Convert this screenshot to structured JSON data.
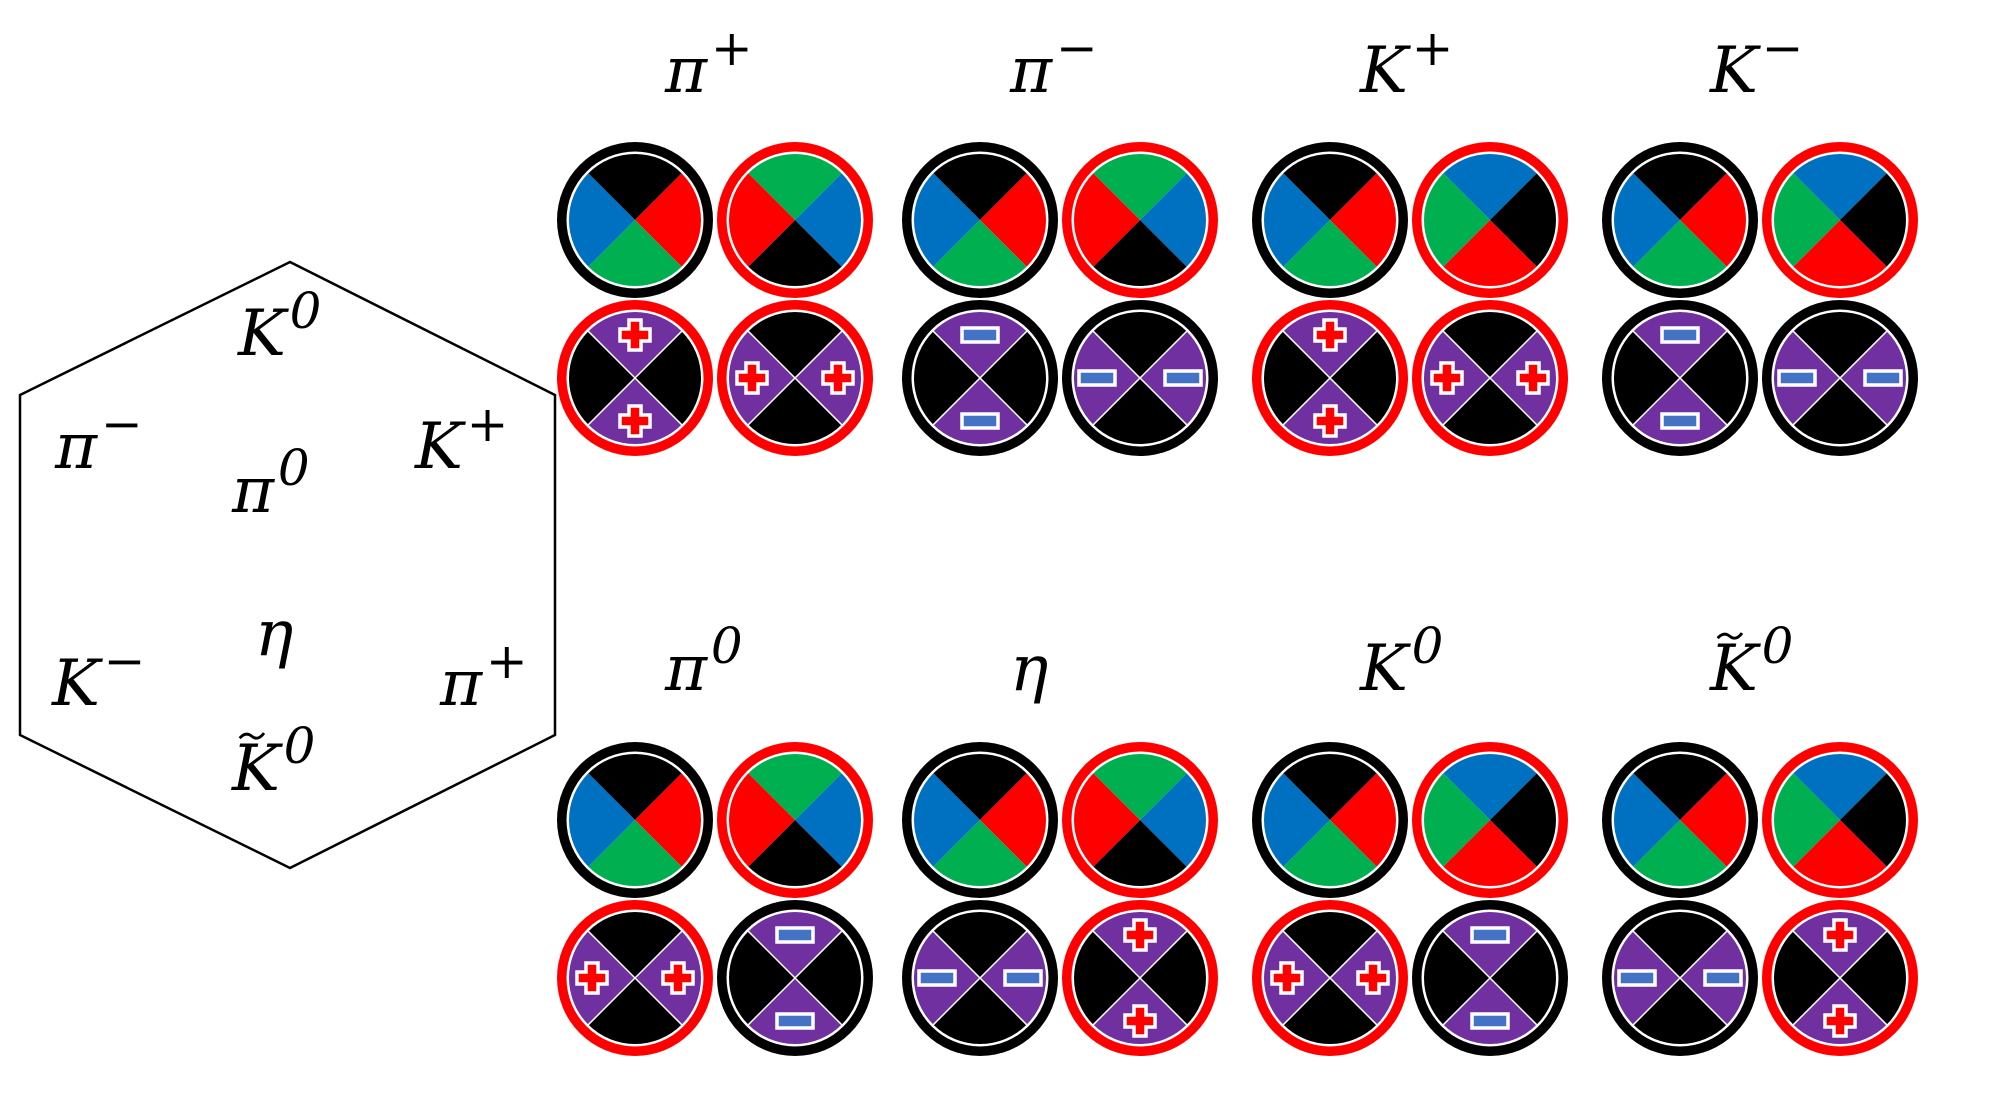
{
  "colors": {
    "blue": "#0070C0",
    "red": "#FF0000",
    "green": "#00B050",
    "black": "#000000",
    "purple": "#7030A0",
    "white": "#FFFFFF",
    "plus": "#FF0000",
    "minus": "#4472C4"
  },
  "hexagon": {
    "labels": [
      {
        "id": "K0",
        "base": "K",
        "sup": "0",
        "tilde": false
      },
      {
        "id": "pi-minus",
        "base": "π",
        "sup": "−",
        "tilde": false
      },
      {
        "id": "K-plus",
        "base": "K",
        "sup": "+",
        "tilde": false
      },
      {
        "id": "pi0",
        "base": "π",
        "sup": "0",
        "tilde": false
      },
      {
        "id": "eta",
        "base": "η",
        "sup": "",
        "tilde": false
      },
      {
        "id": "K-minus",
        "base": "K",
        "sup": "−",
        "tilde": false
      },
      {
        "id": "pi-plus",
        "base": "π",
        "sup": "+",
        "tilde": false
      },
      {
        "id": "Kbar0",
        "base": "K",
        "sup": "0",
        "tilde": true
      }
    ]
  },
  "particles": [
    {
      "id": "pi-plus",
      "base": "π",
      "sup": "+",
      "tilde": false,
      "circles": [
        {
          "rim": "black",
          "type": "color",
          "quads": [
            "black",
            "red",
            "green",
            "blue"
          ]
        },
        {
          "rim": "red",
          "type": "color",
          "quads": [
            "green",
            "blue",
            "black",
            "red"
          ]
        },
        {
          "rim": "red",
          "type": "charge",
          "charge": "plus",
          "axis": "vertical"
        },
        {
          "rim": "red",
          "type": "charge",
          "charge": "plus",
          "axis": "horizontal"
        }
      ]
    },
    {
      "id": "pi-minus",
      "base": "π",
      "sup": "−",
      "tilde": false,
      "circles": [
        {
          "rim": "black",
          "type": "color",
          "quads": [
            "black",
            "red",
            "green",
            "blue"
          ]
        },
        {
          "rim": "red",
          "type": "color",
          "quads": [
            "green",
            "blue",
            "black",
            "red"
          ]
        },
        {
          "rim": "black",
          "type": "charge",
          "charge": "minus",
          "axis": "vertical"
        },
        {
          "rim": "black",
          "type": "charge",
          "charge": "minus",
          "axis": "horizontal"
        }
      ]
    },
    {
      "id": "K-plus",
      "base": "K",
      "sup": "+",
      "tilde": false,
      "circles": [
        {
          "rim": "black",
          "type": "color",
          "quads": [
            "black",
            "red",
            "green",
            "blue"
          ]
        },
        {
          "rim": "red",
          "type": "color",
          "quads": [
            "blue",
            "black",
            "red",
            "green"
          ]
        },
        {
          "rim": "red",
          "type": "charge",
          "charge": "plus",
          "axis": "vertical"
        },
        {
          "rim": "red",
          "type": "charge",
          "charge": "plus",
          "axis": "horizontal"
        }
      ]
    },
    {
      "id": "K-minus",
      "base": "K",
      "sup": "−",
      "tilde": false,
      "circles": [
        {
          "rim": "black",
          "type": "color",
          "quads": [
            "black",
            "red",
            "green",
            "blue"
          ]
        },
        {
          "rim": "red",
          "type": "color",
          "quads": [
            "blue",
            "black",
            "red",
            "green"
          ]
        },
        {
          "rim": "black",
          "type": "charge",
          "charge": "minus",
          "axis": "vertical"
        },
        {
          "rim": "black",
          "type": "charge",
          "charge": "minus",
          "axis": "horizontal"
        }
      ]
    },
    {
      "id": "pi0",
      "base": "π",
      "sup": "0",
      "tilde": false,
      "circles": [
        {
          "rim": "black",
          "type": "color",
          "quads": [
            "black",
            "red",
            "green",
            "blue"
          ]
        },
        {
          "rim": "red",
          "type": "color",
          "quads": [
            "green",
            "blue",
            "black",
            "red"
          ]
        },
        {
          "rim": "red",
          "type": "charge",
          "charge": "plus",
          "axis": "horizontal"
        },
        {
          "rim": "black",
          "type": "charge",
          "charge": "minus",
          "axis": "vertical"
        }
      ]
    },
    {
      "id": "eta",
      "base": "η",
      "sup": "",
      "tilde": false,
      "circles": [
        {
          "rim": "black",
          "type": "color",
          "quads": [
            "black",
            "red",
            "green",
            "blue"
          ]
        },
        {
          "rim": "red",
          "type": "color",
          "quads": [
            "green",
            "blue",
            "black",
            "red"
          ]
        },
        {
          "rim": "black",
          "type": "charge",
          "charge": "minus",
          "axis": "horizontal"
        },
        {
          "rim": "red",
          "type": "charge",
          "charge": "plus",
          "axis": "vertical"
        }
      ]
    },
    {
      "id": "K0",
      "base": "K",
      "sup": "0",
      "tilde": false,
      "circles": [
        {
          "rim": "black",
          "type": "color",
          "quads": [
            "black",
            "red",
            "green",
            "blue"
          ]
        },
        {
          "rim": "red",
          "type": "color",
          "quads": [
            "blue",
            "black",
            "red",
            "green"
          ]
        },
        {
          "rim": "red",
          "type": "charge",
          "charge": "plus",
          "axis": "horizontal"
        },
        {
          "rim": "black",
          "type": "charge",
          "charge": "minus",
          "axis": "vertical"
        }
      ]
    },
    {
      "id": "Kbar0",
      "base": "K",
      "sup": "0",
      "tilde": true,
      "circles": [
        {
          "rim": "black",
          "type": "color",
          "quads": [
            "black",
            "red",
            "green",
            "blue"
          ]
        },
        {
          "rim": "red",
          "type": "color",
          "quads": [
            "blue",
            "black",
            "red",
            "green"
          ]
        },
        {
          "rim": "black",
          "type": "charge",
          "charge": "minus",
          "axis": "horizontal"
        },
        {
          "rim": "red",
          "type": "charge",
          "charge": "plus",
          "axis": "vertical"
        }
      ]
    }
  ]
}
